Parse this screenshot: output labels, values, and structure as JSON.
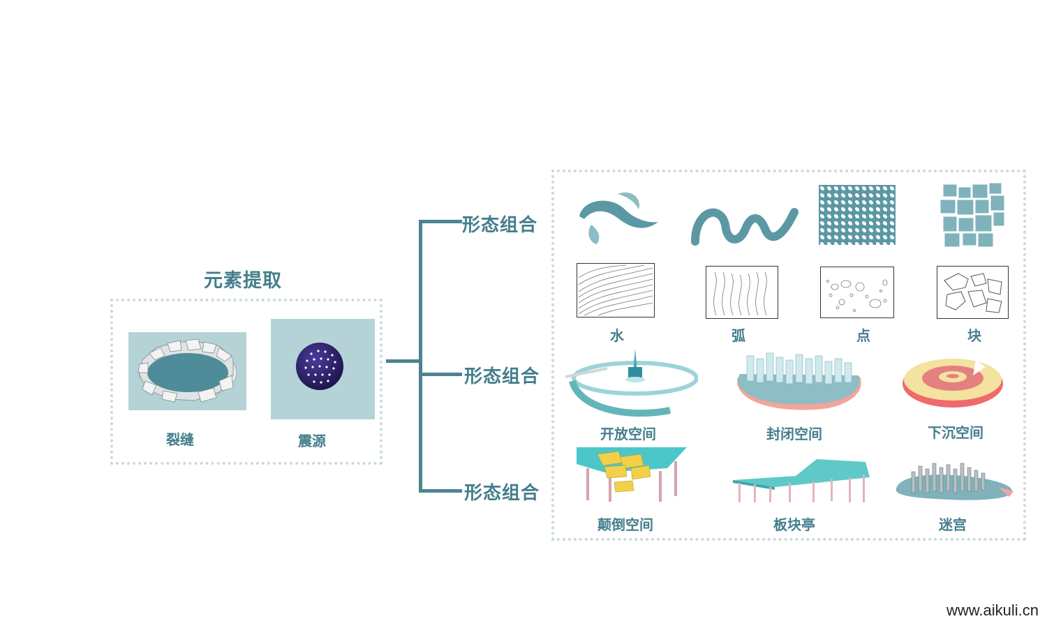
{
  "left_panel": {
    "title": "元素提取",
    "items": [
      {
        "label": "裂缝",
        "icon": "crack-icon"
      },
      {
        "label": "震源",
        "icon": "sphere-icon"
      }
    ]
  },
  "branches": [
    {
      "label": "形态组合"
    },
    {
      "label": "形态组合"
    },
    {
      "label": "形态组合"
    }
  ],
  "row1": {
    "items": [
      {
        "label": "水",
        "icon": "water-wave-icon",
        "sketch": "water-lines-sketch"
      },
      {
        "label": "弧",
        "icon": "arc-wave-icon",
        "sketch": "arc-lines-sketch"
      },
      {
        "label": "点",
        "icon": "dot-grid-icon",
        "sketch": "dots-sketch"
      },
      {
        "label": "块",
        "icon": "block-cluster-icon",
        "sketch": "blocks-sketch"
      }
    ]
  },
  "row2": {
    "items": [
      {
        "label": "开放空间",
        "icon": "open-space-render"
      },
      {
        "label": "封闭空间",
        "icon": "closed-space-render"
      },
      {
        "label": "下沉空间",
        "icon": "sunken-space-render"
      }
    ]
  },
  "row3": {
    "items": [
      {
        "label": "颠倒空间",
        "icon": "inverted-space-render"
      },
      {
        "label": "板块亭",
        "icon": "plate-pavilion-render"
      },
      {
        "label": "迷宫",
        "icon": "maze-render"
      }
    ]
  },
  "watermark": "www.aikuli.cn",
  "colors": {
    "accent": "#447e8c",
    "teal": "#5a9aa6",
    "light_teal": "#b5d3d6",
    "dotted": "#c6dcdc"
  }
}
